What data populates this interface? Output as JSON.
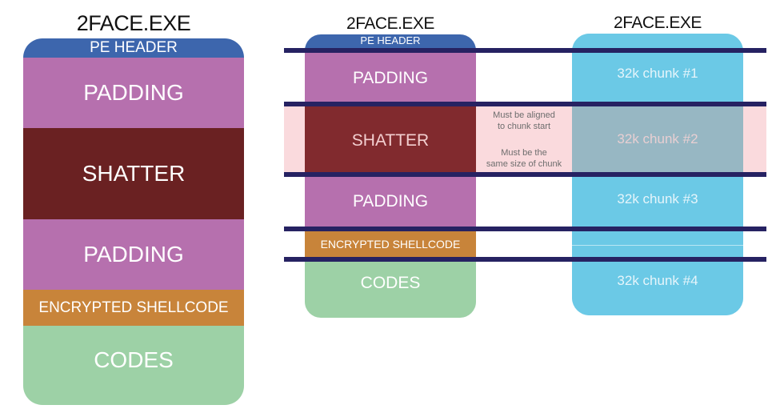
{
  "diagrams": {
    "left": {
      "title": "2FACE.EXE",
      "segments": [
        {
          "label": "PE HEADER",
          "color": "#3d66ad"
        },
        {
          "label": "PADDING",
          "color": "#b670ae"
        },
        {
          "label": "SHATTER",
          "color": "#6a2122"
        },
        {
          "label": "PADDING",
          "color": "#b670ae"
        },
        {
          "label": "ENCRYPTED SHELLCODE",
          "color": "#c8843a"
        },
        {
          "label": "CODES",
          "color": "#9dd1a6"
        }
      ]
    },
    "middle": {
      "title": "2FACE.EXE",
      "segments": [
        {
          "label": "PE HEADER",
          "color": "#3d66ad"
        },
        {
          "label": "PADDING",
          "color": "#b670ae"
        },
        {
          "label": "SHATTER",
          "color": "#812a2e"
        },
        {
          "label": "PADDING",
          "color": "#b670ae"
        },
        {
          "label": "ENCRYPTED SHELLCODE",
          "color": "#c8843a"
        },
        {
          "label": "CODES",
          "color": "#9dd1a6"
        }
      ]
    },
    "right": {
      "title": "2FACE.EXE",
      "chunks": [
        {
          "label": "32k chunk #1",
          "color": "#6bc9e6"
        },
        {
          "label": "32k chunk #2",
          "color": "#97b7c3"
        },
        {
          "label": "32k chunk #3",
          "color": "#6bc9e6"
        },
        {
          "label": "32k chunk #4",
          "color": "#6bc9e6"
        }
      ]
    }
  },
  "annotations": {
    "aligned": [
      "Must be aligned",
      "to chunk start"
    ],
    "size": [
      "Must be the",
      "same size of chunk"
    ]
  },
  "colors": {
    "boundary_line": "#262262",
    "highlight_band": "#fadadd",
    "shatter_text": "#f3cfd0",
    "chunk2_text": "#e8cfd2"
  }
}
